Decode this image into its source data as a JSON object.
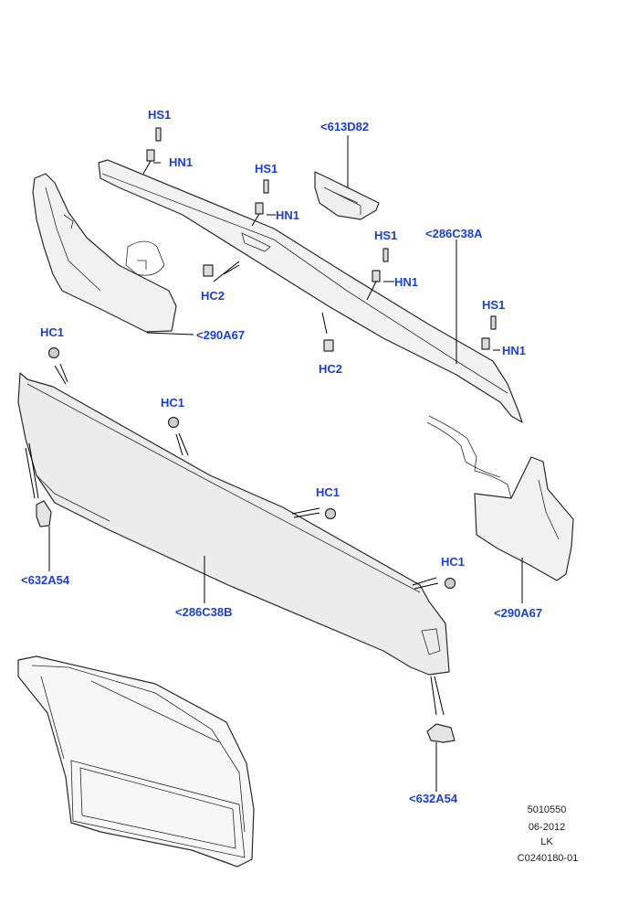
{
  "callouts": {
    "hs1_a": "HS1",
    "hn1_a": "HN1",
    "part_613d82": "<613D82",
    "hs1_b": "HS1",
    "hn1_b": "HN1",
    "part_286c38a": "<286C38A",
    "hs1_c": "HS1",
    "hn1_c": "HN1",
    "hc2_a": "HC2",
    "hs1_d": "HS1",
    "hn1_d": "HN1",
    "part_290a67_a": "<290A67",
    "hc1_a": "HC1",
    "hc2_b": "HC2",
    "hc1_b": "HC1",
    "hc1_c": "HC1",
    "hc1_d": "HC1",
    "part_632a54_a": "<632A54",
    "part_286c38b": "<286C38B",
    "part_290a67_b": "<290A67",
    "part_632a54_b": "<632A54"
  },
  "footer": {
    "ref_number": "5010550",
    "date": "06-2012",
    "model_code": "LK",
    "illustration_id": "C0240180-01"
  },
  "colors": {
    "callout_text": "#1a3fd6",
    "part_fill": "#f0f0f0",
    "line": "#2a2a2a"
  }
}
